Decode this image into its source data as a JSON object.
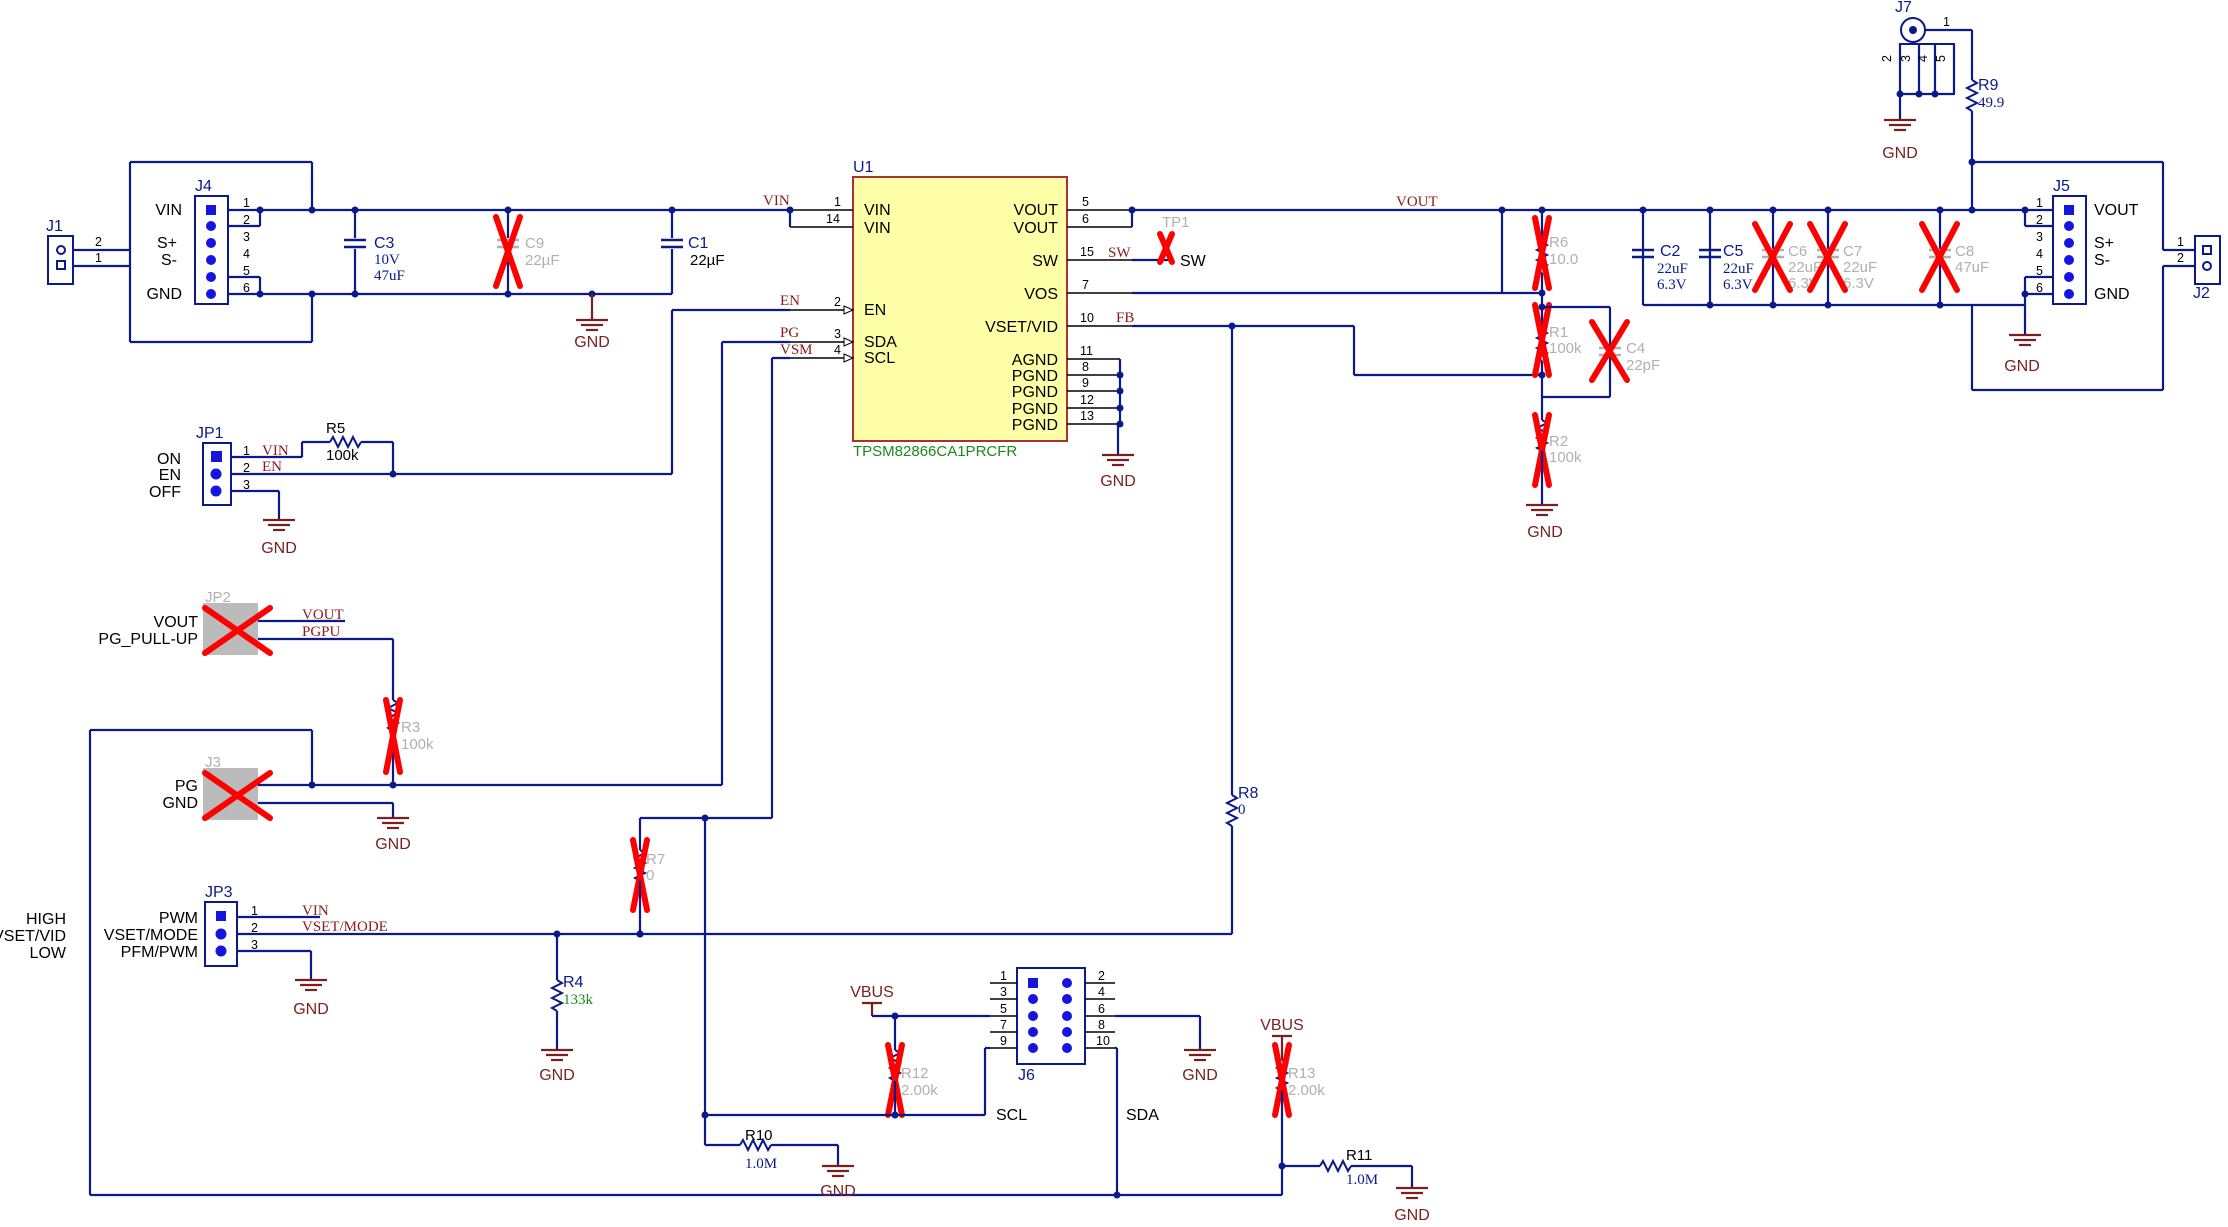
{
  "ic": {
    "ref": "U1",
    "part": "TPSM82866CA1PRCFR",
    "left_pins": [
      {
        "num": "1",
        "name": "VIN"
      },
      {
        "num": "14",
        "name": "VIN"
      },
      {
        "num": "2",
        "name": "EN"
      },
      {
        "num": "3",
        "name": "SDA"
      },
      {
        "num": "4",
        "name": "SCL"
      }
    ],
    "right_pins": [
      {
        "num": "5",
        "name": "VOUT"
      },
      {
        "num": "6",
        "name": "VOUT"
      },
      {
        "num": "15",
        "name": "SW"
      },
      {
        "num": "7",
        "name": "VOS"
      },
      {
        "num": "10",
        "name": "VSET/VID"
      },
      {
        "num": "11",
        "name": "AGND"
      },
      {
        "num": "8",
        "name": "PGND"
      },
      {
        "num": "9",
        "name": "PGND"
      },
      {
        "num": "12",
        "name": "PGND"
      },
      {
        "num": "13",
        "name": "PGND"
      }
    ]
  },
  "nets": {
    "vin": "VIN",
    "en": "EN",
    "pg": "PG",
    "vsm": "VSM",
    "vout": "VOUT",
    "sw": "SW",
    "fb": "FB",
    "pgpu": "PGPU",
    "vset_mode": "VSET/MODE",
    "vbus": "VBUS",
    "gnd": "GND"
  },
  "connectors": {
    "j1": {
      "ref": "J1",
      "pins": [
        "2",
        "1"
      ]
    },
    "j2": {
      "ref": "J2",
      "pins": [
        "1",
        "2"
      ]
    },
    "j3": {
      "ref": "J3",
      "labels": [
        "PG",
        "GND"
      ]
    },
    "j4": {
      "ref": "J4",
      "pins": [
        "1",
        "2",
        "3",
        "4",
        "5",
        "6"
      ],
      "labels": [
        "VIN",
        "S+",
        "S-",
        "GND"
      ]
    },
    "j5": {
      "ref": "J5",
      "pins": [
        "1",
        "2",
        "3",
        "4",
        "5",
        "6"
      ],
      "labels": [
        "VOUT",
        "S+",
        "S-",
        "GND"
      ]
    },
    "j6": {
      "ref": "J6",
      "left_pins": [
        "1",
        "3",
        "5",
        "7",
        "9"
      ],
      "right_pins": [
        "2",
        "4",
        "6",
        "8",
        "10"
      ],
      "labels": [
        "SCL",
        "SDA"
      ]
    },
    "j7": {
      "ref": "J7",
      "pins": [
        "1",
        "2",
        "3",
        "4",
        "5"
      ]
    },
    "jp1": {
      "ref": "JP1",
      "pins": [
        "1",
        "2",
        "3"
      ],
      "labels": [
        "ON",
        "EN",
        "OFF"
      ]
    },
    "jp2": {
      "ref": "JP2",
      "labels": [
        "VOUT",
        "PG_PULL-UP"
      ]
    },
    "jp3": {
      "ref": "JP3",
      "pins": [
        "1",
        "2",
        "3"
      ],
      "labels": [
        "PWM",
        "VSET/MODE",
        "PFM/PWM"
      ],
      "mode_labels": [
        "HIGH",
        "VSET/VID",
        "LOW"
      ]
    },
    "tp1": {
      "ref": "TP1",
      "label": "SW"
    }
  },
  "passives": {
    "c1": {
      "ref": "C1",
      "value": "22µF"
    },
    "c2": {
      "ref": "C2",
      "value": "22uF",
      "voltage": "6.3V"
    },
    "c3": {
      "ref": "C3",
      "value": "47uF",
      "voltage": "10V"
    },
    "c4": {
      "ref": "C4",
      "value": "22pF"
    },
    "c5": {
      "ref": "C5",
      "value": "22uF",
      "voltage": "6.3V"
    },
    "c6": {
      "ref": "C6",
      "value": "22uF",
      "voltage": "6.3V"
    },
    "c7": {
      "ref": "C7",
      "value": "22uF",
      "voltage": "6.3V"
    },
    "c8": {
      "ref": "C8",
      "value": "47uF"
    },
    "c9": {
      "ref": "C9",
      "value": "22µF"
    },
    "r1": {
      "ref": "R1",
      "value": "100k"
    },
    "r2": {
      "ref": "R2",
      "value": "100k"
    },
    "r3": {
      "ref": "R3",
      "value": "100k"
    },
    "r4": {
      "ref": "R4",
      "value": "133k"
    },
    "r5": {
      "ref": "R5",
      "value": "100k"
    },
    "r6": {
      "ref": "R6",
      "value": "10.0"
    },
    "r7": {
      "ref": "R7",
      "value": "0"
    },
    "r8": {
      "ref": "R8",
      "value": "0"
    },
    "r9": {
      "ref": "R9",
      "value": "49.9"
    },
    "r10": {
      "ref": "R10",
      "value": "1.0M"
    },
    "r11": {
      "ref": "R11",
      "value": "1.0M"
    },
    "r12": {
      "ref": "R12",
      "value": "2.00k"
    },
    "r13": {
      "ref": "R13",
      "value": "2.00k"
    }
  },
  "colors": {
    "wire": "#0b1a8a",
    "net_label": "#8b1a1a",
    "dnp_mark": "#ff0000",
    "ic_fill": "#ffffa8",
    "ic_border": "#a83232"
  }
}
